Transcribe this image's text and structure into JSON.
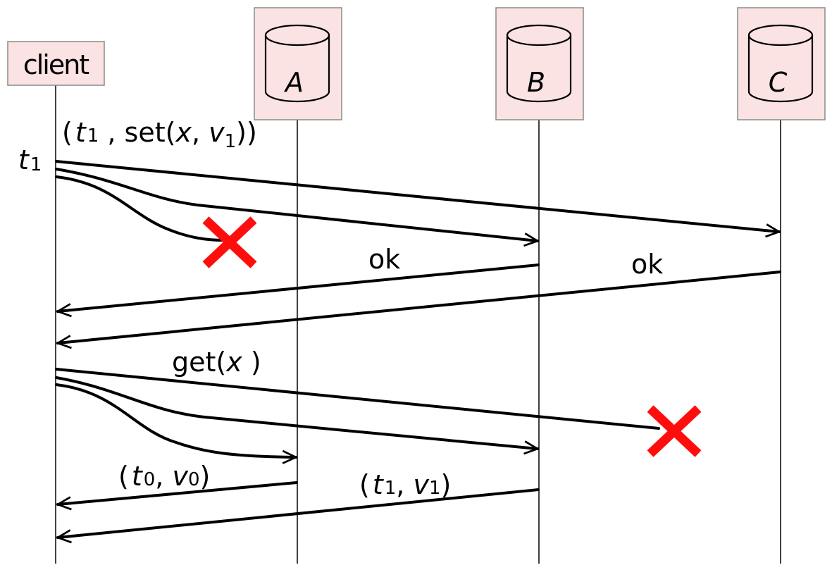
{
  "participants": {
    "client": "client",
    "a": "A",
    "b": "B",
    "c": "C"
  },
  "labels": {
    "t1_time": {
      "t": "t",
      "sub": "1"
    },
    "set_msg": {
      "open": "(",
      "t": "t",
      "t_sub": "1",
      "comma": " , ",
      "fn": "set",
      "args_open": "(",
      "x": "x",
      "sep": ", ",
      "v": "v",
      "v_sub": "1",
      "close": "))"
    },
    "ok_b": "ok",
    "ok_c": "ok",
    "get_msg": {
      "fn": "get",
      "open": "(",
      "x": "x",
      "close": " )"
    },
    "reply_a": {
      "open": "(",
      "t": "t",
      "t_sub": "0",
      "sep": ", ",
      "v": "v",
      "v_sub": "0",
      "close": ")"
    },
    "reply_b": {
      "open": "(",
      "t": "t",
      "t_sub": "1",
      "sep": ", ",
      "v": "v",
      "v_sub": "1",
      "close": ")"
    }
  },
  "colors": {
    "box_fill": "#fbe3e4",
    "failure": "#ff0d0d"
  },
  "icons": {
    "storage": "database-cylinder-icon",
    "failure": "red-x-icon"
  }
}
